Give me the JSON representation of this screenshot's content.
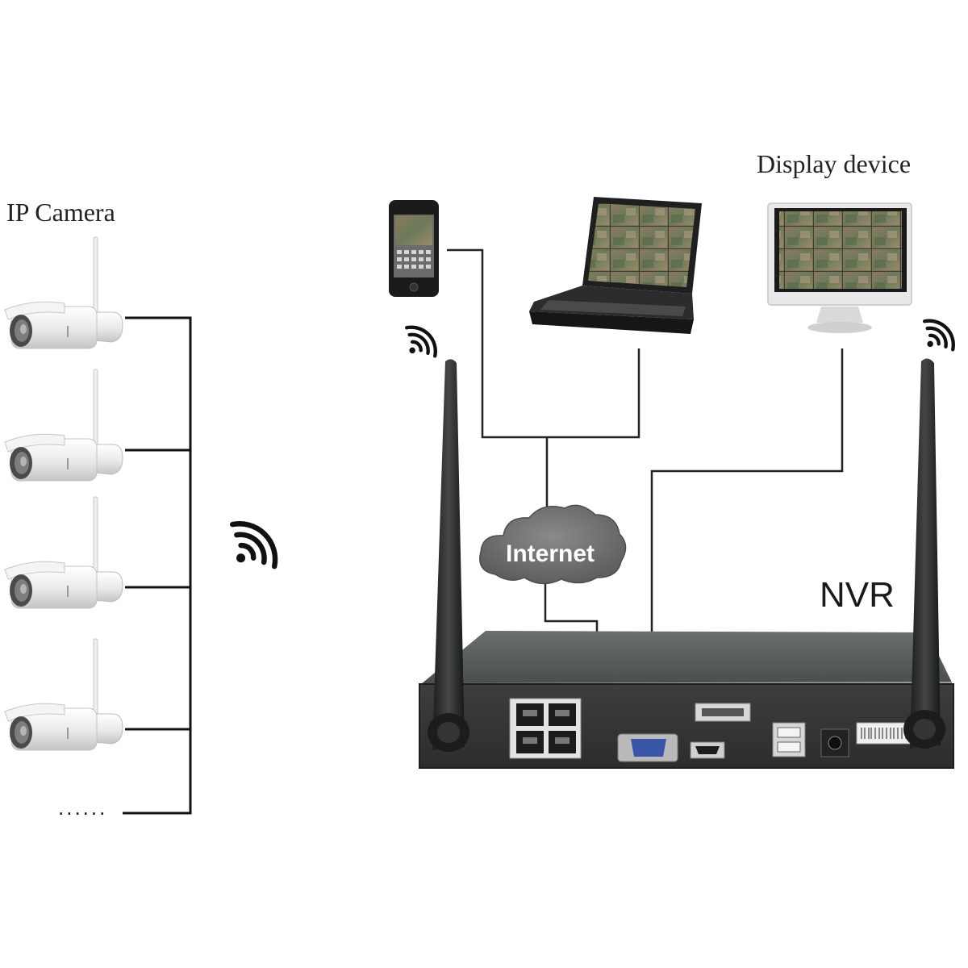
{
  "labels": {
    "ip_camera": "IP Camera",
    "display_device": "Display device",
    "internet": "Internet",
    "nvr": "NVR",
    "more_cameras": "......"
  },
  "icons": {
    "camera": "bullet-camera-icon",
    "phone": "smartphone-icon",
    "laptop": "laptop-icon",
    "monitor": "monitor-icon",
    "cloud": "cloud-icon",
    "wifi": "wifi-signal-icon",
    "antenna": "antenna-icon",
    "nvr_box": "nvr-recorder-icon"
  },
  "colors": {
    "cloud_fill": "#6f6f6f",
    "nvr_body": "#3a3d3c",
    "line": "#111111",
    "background": "#ffffff"
  }
}
